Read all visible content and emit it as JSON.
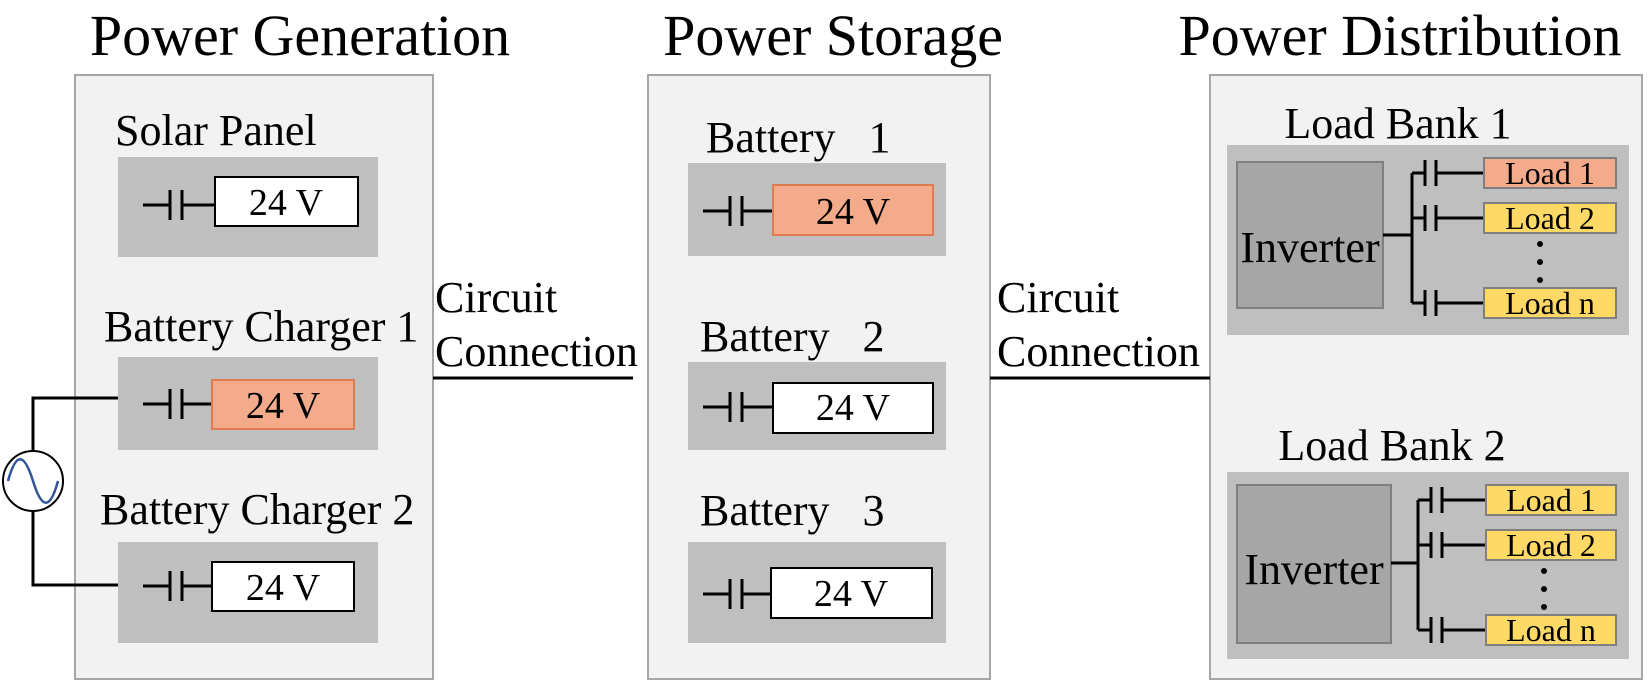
{
  "sections": {
    "generation": {
      "title": "Power Generation",
      "units": [
        {
          "label": "Solar Panel",
          "value": "24 V",
          "active": false
        },
        {
          "label": "Battery Charger 1",
          "value": "24 V",
          "active": true
        },
        {
          "label": "Battery Charger 2",
          "value": "24 V",
          "active": false
        }
      ]
    },
    "storage": {
      "title": "Power Storage",
      "units": [
        {
          "label": "Battery   1",
          "value": "24 V",
          "active": true
        },
        {
          "label": "Battery   2",
          "value": "24 V",
          "active": false
        },
        {
          "label": "Battery   3",
          "value": "24 V",
          "active": false
        }
      ]
    },
    "distribution": {
      "title": "Power Distribution",
      "banks": [
        {
          "label": "Load Bank 1",
          "inverter": "Inverter",
          "loads": [
            {
              "label": "Load 1",
              "active": true
            },
            {
              "label": "Load 2",
              "active": false
            },
            {
              "label": "Load n",
              "active": false
            }
          ]
        },
        {
          "label": "Load Bank 2",
          "inverter": "Inverter",
          "loads": [
            {
              "label": "Load 1",
              "active": false
            },
            {
              "label": "Load 2",
              "active": false
            },
            {
              "label": "Load n",
              "active": false
            }
          ]
        }
      ]
    }
  },
  "connections": {
    "left": {
      "line1": "Circuit",
      "line2": "Connection"
    },
    "right": {
      "line1": "Circuit",
      "line2": "Connection"
    }
  },
  "colors": {
    "panel_bg": "#f2f2f2",
    "panel_border": "#a6a6a6",
    "unit_bg": "#bfbfbf",
    "inverter_bg": "#a6a6a6",
    "active": "#f4ab8c",
    "active_border": "#e07a4f",
    "load": "#ffd966",
    "load_border": "#7f7f7f",
    "ac_wave": "#2f5597"
  }
}
